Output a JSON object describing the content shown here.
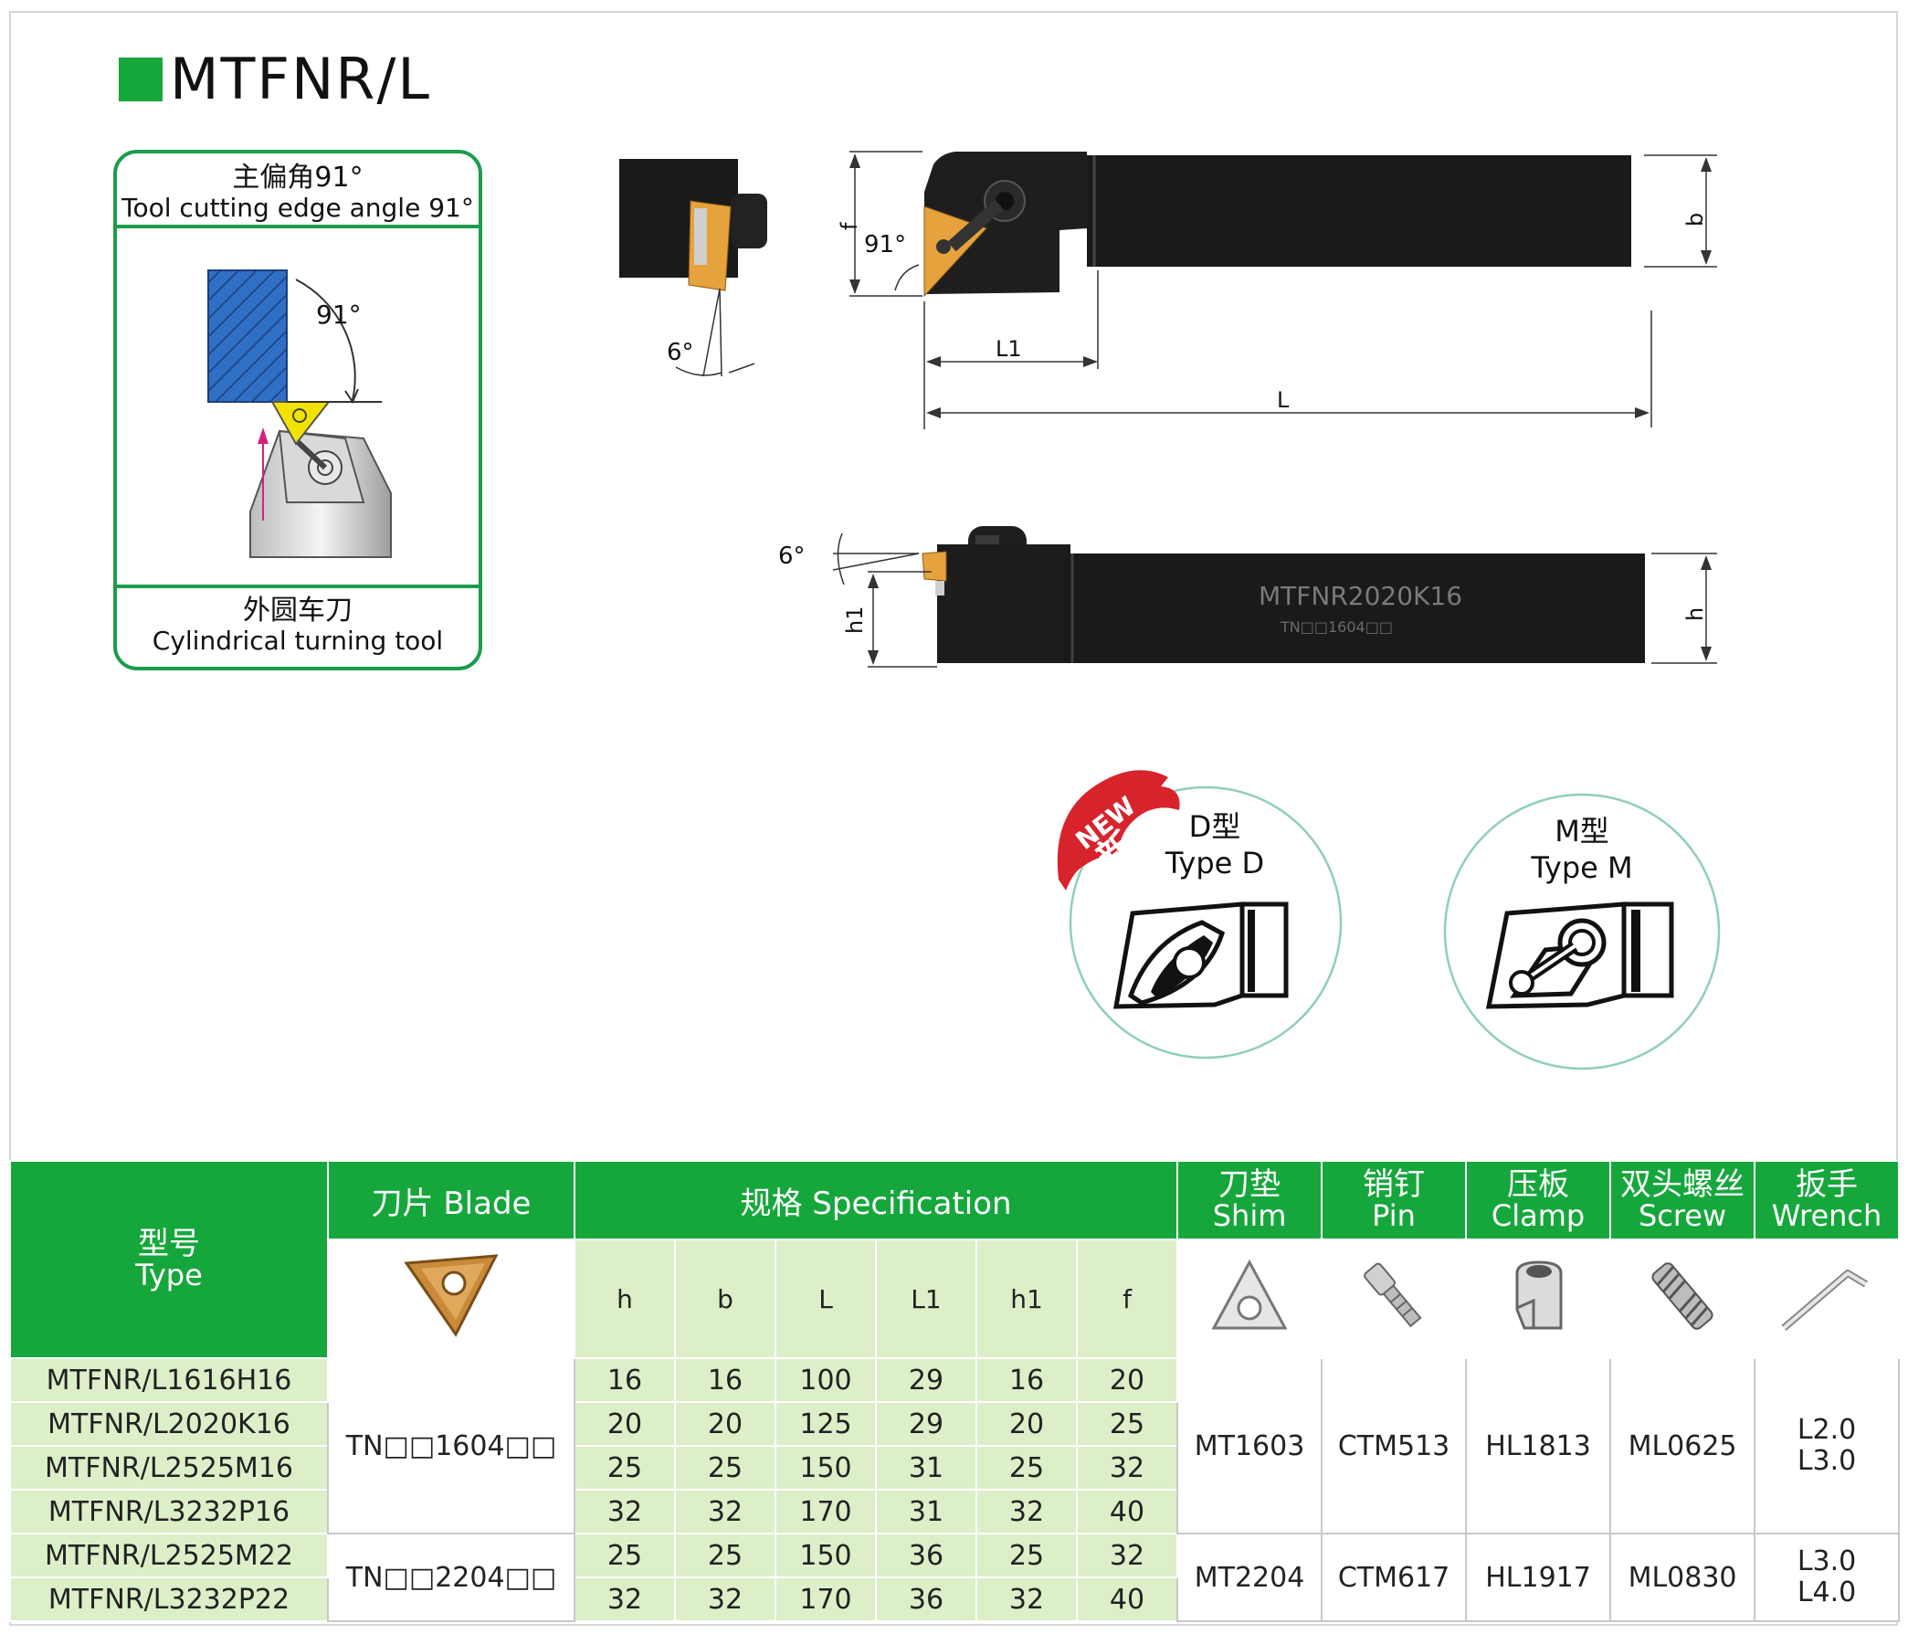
{
  "title": "MTFNR/L",
  "angle_box": {
    "head_zh": "主偏角91°",
    "head_en": "Tool cutting edge angle 91°",
    "angle_label": "91°",
    "foot_zh": "外圆车刀",
    "foot_en": "Cylindrical turning tool"
  },
  "drawing": {
    "side_angle": "6°",
    "top_angle": "91°",
    "dim_f": "f",
    "dim_b": "b",
    "dim_L1": "L1",
    "dim_L": "L",
    "dim_h1": "h1",
    "dim_h": "h",
    "front_angle": "6°",
    "body_marking": "MTFNR2020K16",
    "body_sub_marking": "TN□□1604□□"
  },
  "types": {
    "new_en": "NEW",
    "new_zh": "新",
    "d_zh": "D型",
    "d_en": "Type D",
    "m_zh": "M型",
    "m_en": "Type M"
  },
  "table": {
    "head": {
      "type_zh": "型号",
      "type_en": "Type",
      "blade": "刀片 Blade",
      "spec": "规格 Specification",
      "shim_zh": "刀垫",
      "shim_en": "Shim",
      "pin_zh": "销钉",
      "pin_en": "Pin",
      "clamp_zh": "压板",
      "clamp_en": "Clamp",
      "screw_zh": "双头螺丝",
      "screw_en": "Screw",
      "wrench_zh": "扳手",
      "wrench_en": "Wrench"
    },
    "spec_cols": [
      "h",
      "b",
      "L",
      "L1",
      "h1",
      "f"
    ],
    "rows": [
      {
        "type": "MTFNR/L1616H16",
        "vals": [
          "16",
          "16",
          "100",
          "29",
          "16",
          "20"
        ]
      },
      {
        "type": "MTFNR/L2020K16",
        "vals": [
          "20",
          "20",
          "125",
          "29",
          "20",
          "25"
        ]
      },
      {
        "type": "MTFNR/L2525M16",
        "vals": [
          "25",
          "25",
          "150",
          "31",
          "25",
          "32"
        ]
      },
      {
        "type": "MTFNR/L3232P16",
        "vals": [
          "32",
          "32",
          "170",
          "31",
          "32",
          "40"
        ]
      },
      {
        "type": "MTFNR/L2525M22",
        "vals": [
          "25",
          "25",
          "150",
          "36",
          "25",
          "32"
        ]
      },
      {
        "type": "MTFNR/L3232P22",
        "vals": [
          "32",
          "32",
          "170",
          "36",
          "32",
          "40"
        ]
      }
    ],
    "groups": [
      {
        "blade": "TN□□1604□□",
        "shim": "MT1603",
        "pin": "CTM513",
        "clamp": "HL1813",
        "screw": "ML0625",
        "wrench_1": "L2.0",
        "wrench_2": "L3.0"
      },
      {
        "blade": "TN□□2204□□",
        "shim": "MT2204",
        "pin": "CTM617",
        "clamp": "HL1917",
        "screw": "ML0830",
        "wrench_1": "L3.0",
        "wrench_2": "L4.0"
      }
    ]
  },
  "colors": {
    "brand_green": "#16a73c",
    "light_green": "#dcefc8",
    "insert_gold": "#e6a23c",
    "body_black": "#1a1a1a"
  }
}
